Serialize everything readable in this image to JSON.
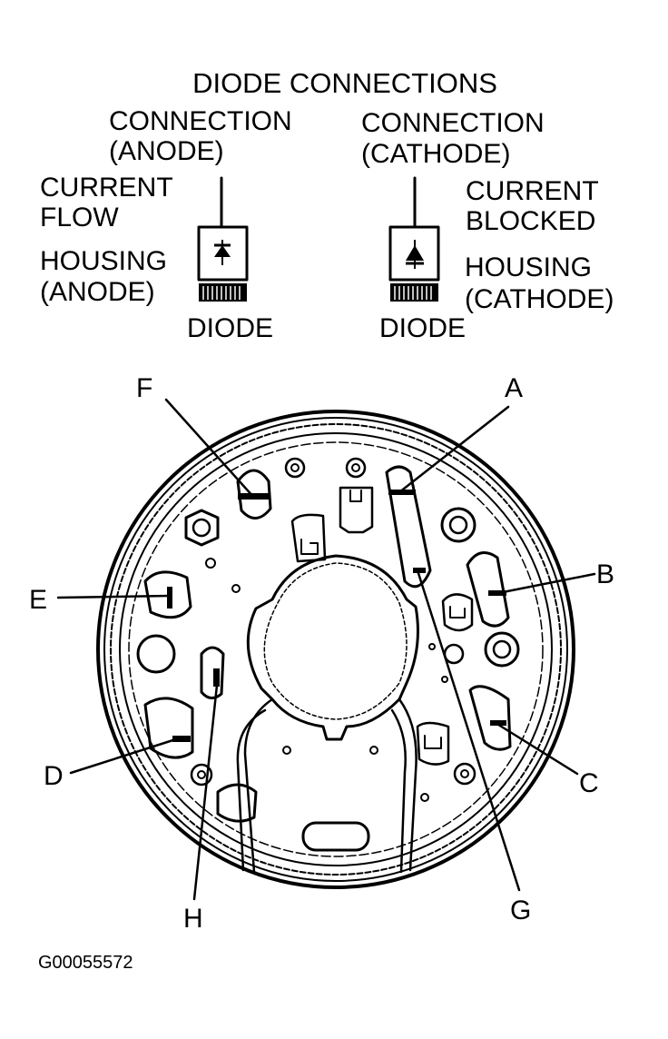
{
  "header": {
    "title": "DIODE CONNECTIONS"
  },
  "left_diode": {
    "connection_line1": "CONNECTION",
    "connection_line2": "(ANODE)",
    "flow_line1": "CURRENT",
    "flow_line2": "FLOW",
    "housing_line1": "HOUSING",
    "housing_line2": "(ANODE)",
    "caption": "DIODE"
  },
  "right_diode": {
    "connection_line1": "CONNECTION",
    "connection_line2": "(CATHODE)",
    "flow_line1": "CURRENT",
    "flow_line2": "BLOCKED",
    "housing_line1": "HOUSING",
    "housing_line2": "(CATHODE)",
    "caption": "DIODE"
  },
  "callouts": {
    "A": "A",
    "B": "B",
    "C": "C",
    "D": "D",
    "E": "E",
    "F": "F",
    "G": "G",
    "H": "H"
  },
  "figure_code": "G00055572"
}
